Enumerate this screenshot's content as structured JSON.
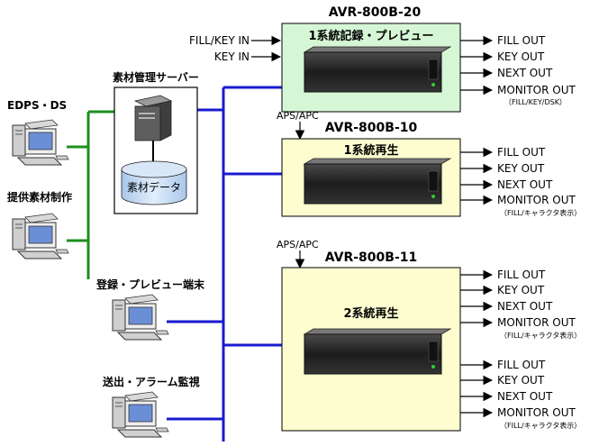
{
  "colors": {
    "lan_green": "#1e8f1e",
    "lan_blue": "#1a1ad0",
    "box_green": "#d6f7d6",
    "box_yellow": "#fdfdd0",
    "server_fill": "#bcd4ef",
    "device_dark": "#2a2a2a"
  },
  "server": {
    "label": "素材管理サーバー",
    "storage_label": "素材データ"
  },
  "terminals": {
    "edps": "EDPS・DS",
    "supply": "提供素材制作",
    "register": "登録・プレビュー端末",
    "monitor": "送出・アラーム監視"
  },
  "devices": {
    "dev1": {
      "model": "AVR-800B-20",
      "role": "1系統記録・プレビュー",
      "inputs": [
        "FILL/KEY IN",
        "KEY IN"
      ],
      "outputs": [
        "FILL OUT",
        "KEY OUT",
        "NEXT OUT",
        "MONITOR OUT"
      ],
      "note": "（FILL/KEY/DSK）"
    },
    "dev2": {
      "model": "AVR-800B-10",
      "role": "1系統再生",
      "control": "APS/APC",
      "outputs": [
        "FILL OUT",
        "KEY OUT",
        "NEXT OUT",
        "MONITOR OUT"
      ],
      "note": "（FILL/キャラクタ表示）"
    },
    "dev3": {
      "model": "AVR-800B-11",
      "role": "2系統再生",
      "control": "APS/APC",
      "outputs_a": [
        "FILL OUT",
        "KEY OUT",
        "NEXT OUT",
        "MONITOR OUT"
      ],
      "note_a": "（FILL/キャラクタ表示）",
      "outputs_b": [
        "FILL OUT",
        "KEY OUT",
        "NEXT OUT",
        "MONITOR OUT"
      ],
      "note_b": "（FILL/キャラクタ表示）"
    }
  }
}
